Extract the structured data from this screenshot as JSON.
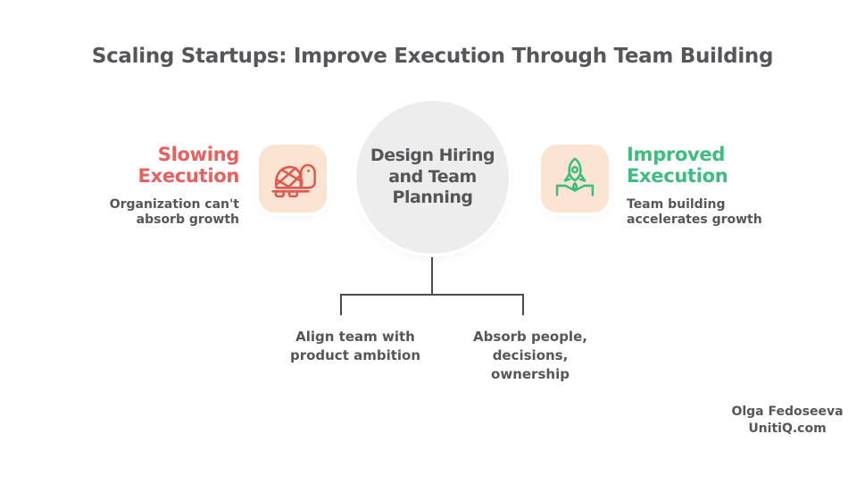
{
  "title": "Scaling Startups: Improve Execution Through Team Building",
  "colors": {
    "background": "#ffffff",
    "text_dark": "#55565a",
    "accent_red": "#ea5f5f",
    "accent_green": "#3ebe7e",
    "icon_box_bg": "#fbe5d2",
    "circle_bg": "#ededee",
    "connector": "#4c4c4c"
  },
  "left_panel": {
    "heading": "Slowing\nExecution",
    "subtext": "Organization can't\nabsorb growth",
    "icon": "turtle-icon"
  },
  "center_node": {
    "label": "Design Hiring\nand Team\nPlanning"
  },
  "right_panel": {
    "heading": "Improved\nExecution",
    "subtext": "Team building\naccelerates growth",
    "icon": "rocket-icon"
  },
  "branches": [
    {
      "label": "Align team with\nproduct ambition"
    },
    {
      "label": "Absorb people,\ndecisions, ownership"
    }
  ],
  "attribution": {
    "author": "Olga Fedoseeva",
    "website": "UnitiQ.com"
  }
}
